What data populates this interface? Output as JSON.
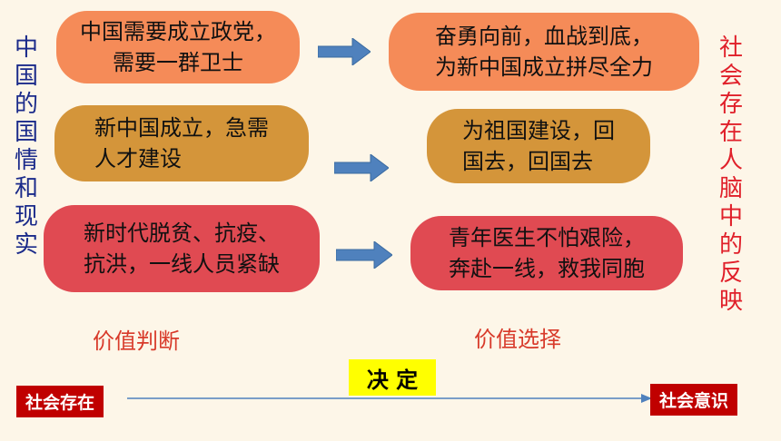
{
  "left_vertical": "中国的国情和现实",
  "right_vertical": "社会存在人脑中的反映",
  "rows": [
    {
      "left": "中国需要成立政党，\n需要一群卫士",
      "right": "奋勇向前，血战到底，\n为新中国成立拼尽全力"
    },
    {
      "left": "新中国成立，急需\n人才建设",
      "right": "为祖国建设，回\n国去，回国去"
    },
    {
      "left": "新时代脱贫、抗疫、\n抗洪，一线人员紧缺",
      "right": "青年医生不怕艰险，\n奔赴一线，救我同胞"
    }
  ],
  "labels": {
    "value_judgment": "价值判断",
    "value_choice": "价值选择",
    "decide": "决  定",
    "social_existence": "社会存在",
    "social_consciousness": "社会意识"
  },
  "colors": {
    "orange": "#f58b58",
    "brown": "#d4953a",
    "red": "#e04a52",
    "arrow": "#4f81bd",
    "axis_box": "#c00000",
    "decide_bg": "#ffff00"
  }
}
